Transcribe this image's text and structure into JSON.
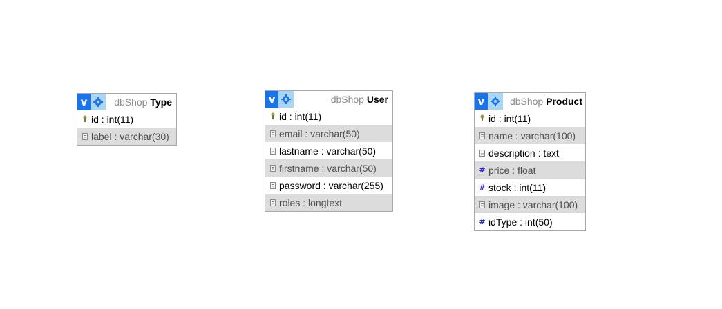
{
  "tables": [
    {
      "db": "dbShop",
      "name": "Type",
      "fields": [
        {
          "text": "id : int(11)",
          "icon": "key-icon"
        },
        {
          "text": "label : varchar(30)",
          "icon": "field-icon"
        }
      ]
    },
    {
      "db": "dbShop",
      "name": "User",
      "fields": [
        {
          "text": "id : int(11)",
          "icon": "key-icon"
        },
        {
          "text": "email : varchar(50)",
          "icon": "field-icon"
        },
        {
          "text": "lastname : varchar(50)",
          "icon": "field-icon"
        },
        {
          "text": "firstname : varchar(50)",
          "icon": "field-icon"
        },
        {
          "text": "password : varchar(255)",
          "icon": "field-icon"
        },
        {
          "text": "roles : longtext",
          "icon": "field-icon"
        }
      ]
    },
    {
      "db": "dbShop",
      "name": "Product",
      "fields": [
        {
          "text": "id : int(11)",
          "icon": "key-icon"
        },
        {
          "text": "name : varchar(100)",
          "icon": "field-icon"
        },
        {
          "text": "description : text",
          "icon": "field-icon"
        },
        {
          "text": "price : float",
          "icon": "numeric-icon"
        },
        {
          "text": "stock : int(11)",
          "icon": "numeric-icon"
        },
        {
          "text": "image : varchar(100)",
          "icon": "field-icon"
        },
        {
          "text": "idType : int(50)",
          "icon": "numeric-icon"
        }
      ]
    }
  ],
  "toggle_label": "v",
  "numeric_symbol": "#",
  "colors": {
    "toggle_bg": "#1a73e8",
    "options_bg": "#a9d6f5",
    "alt_row": "#dcdcdc",
    "db_name": "#8c8c8c",
    "numeric": "#2b2bd8"
  }
}
